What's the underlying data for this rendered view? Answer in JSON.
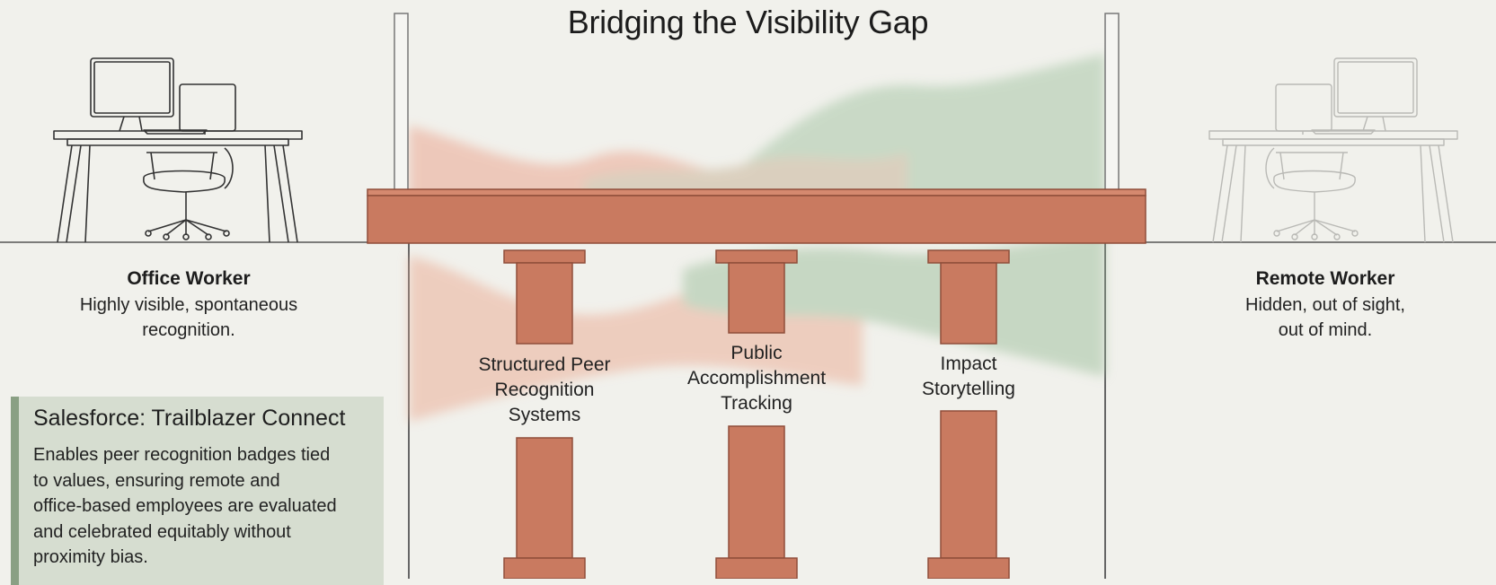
{
  "title": "Bridging the Visibility Gap",
  "office_worker": {
    "name": "Office Worker",
    "description_lines": [
      "Highly visible, spontaneous",
      "recognition."
    ]
  },
  "remote_worker": {
    "name": "Remote Worker",
    "description_lines": [
      "Hidden, out of sight,",
      "out of mind."
    ]
  },
  "pillars": [
    {
      "label_lines": [
        "Structured Peer",
        "Recognition",
        "Systems"
      ]
    },
    {
      "label_lines": [
        "Public",
        "Accomplishment",
        "Tracking"
      ]
    },
    {
      "label_lines": [
        "Impact",
        "Storytelling"
      ]
    }
  ],
  "callout": {
    "title": "Salesforce: Trailblazer Connect",
    "body_lines": [
      "Enables peer recognition badges tied",
      "to values, ensuring remote and",
      "office-based employees are evaluated",
      "and celebrated equitably without",
      "proximity bias."
    ]
  },
  "colors": {
    "background": "#f1f1ec",
    "bridge": "#c97a60",
    "bridge_edge": "#8f4e3a",
    "office_wash": "#e9a48e",
    "remote_wash": "#9dbf9e",
    "callout_bg": "#d6ddd0",
    "callout_accent": "#8aa084"
  }
}
